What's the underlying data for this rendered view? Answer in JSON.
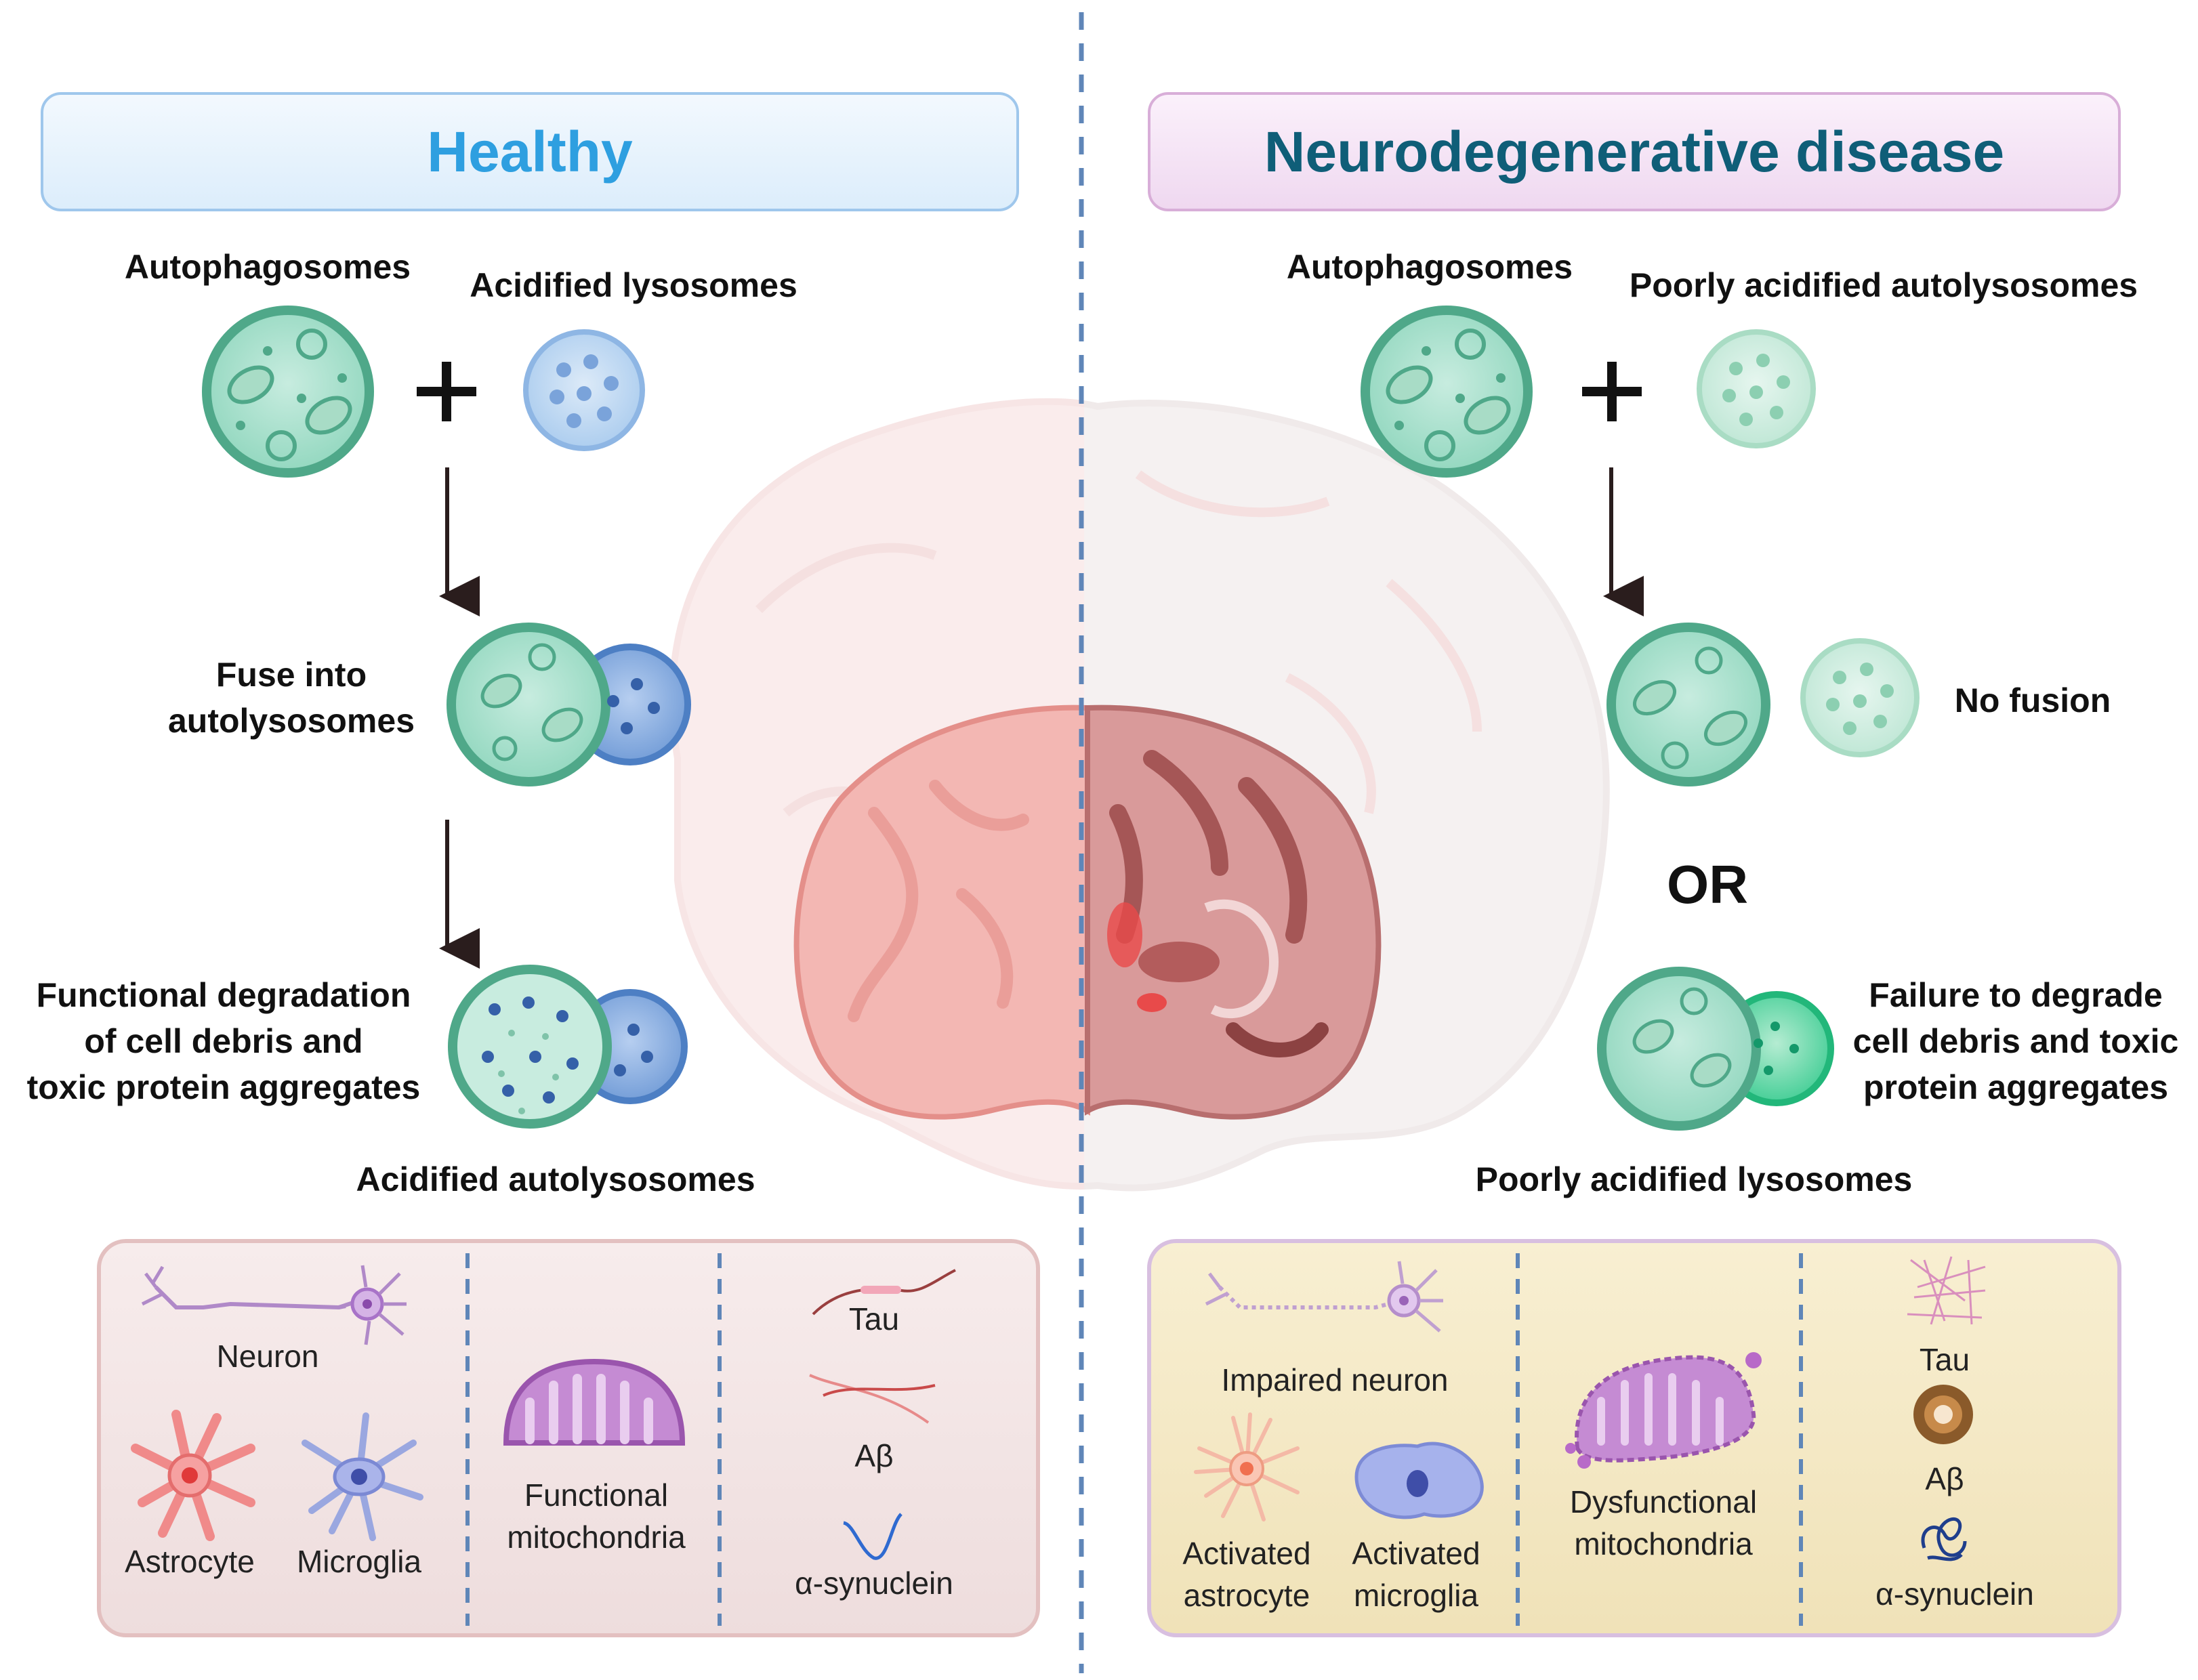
{
  "healthy": {
    "title": "Healthy",
    "autophagosomes": "Autophagosomes",
    "acidified_lysosomes": "Acidified lysosomes",
    "plus": "+",
    "fuse_line1": "Fuse into",
    "fuse_line2": "autolysosomes",
    "func_line1": "Functional degradation",
    "func_line2": "of cell debris and",
    "func_line3": "toxic protein aggregates",
    "acidified_autolysosomes": "Acidified autolysosomes",
    "legend": {
      "neuron": "Neuron",
      "astrocyte": "Astrocyte",
      "microglia": "Microglia",
      "mito_line1": "Functional",
      "mito_line2": "mitochondria",
      "tau": "Tau",
      "abeta": "Aβ",
      "asyn": "α-synuclein"
    }
  },
  "disease": {
    "title": "Neurodegenerative disease",
    "autophagosomes": "Autophagosomes",
    "poorly_autolysosomes": "Poorly acidified autolysosomes",
    "plus": "+",
    "no_fusion": "No fusion",
    "or": "OR",
    "fail_line1": "Failure to degrade",
    "fail_line2": "cell debris and toxic",
    "fail_line3": "protein aggregates",
    "poorly_lysosomes": "Poorly acidified lysosomes",
    "legend": {
      "neuron": "Impaired neuron",
      "astro_line1": "Activated",
      "astro_line2": "astrocyte",
      "micro_line1": "Activated",
      "micro_line2": "microglia",
      "mito_line1": "Dysfunctional",
      "mito_line2": "mitochondria",
      "tau": "Tau",
      "abeta": "Aβ",
      "asyn": "α-synuclein"
    }
  },
  "colors": {
    "healthy_title": "#2e9fe0",
    "disease_title": "#0f5e78",
    "autophagosome": "#8fd6bd",
    "lysosome": "#a9cbee",
    "dashed_line": "#5f86b8"
  }
}
